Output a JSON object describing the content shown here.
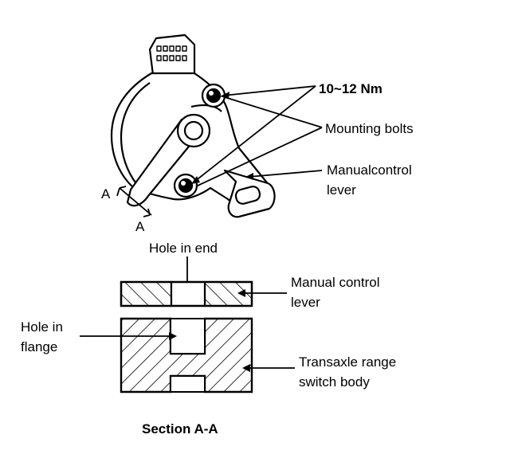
{
  "labels": {
    "torque": "10~12 Nm",
    "mounting_bolts": "Mounting bolts",
    "manual_control_lever_line1": "Manualcontrol",
    "manual_control_lever_line2": "lever",
    "section_marker_upper": "A",
    "section_marker_lower": "A",
    "hole_in_end": "Hole in end",
    "section_lever_line1": "Manual control",
    "section_lever_line2": "lever",
    "hole_in_flange_line1": "Hole in",
    "hole_in_flange_line2": "flange",
    "switch_body_line1": "Transaxle range",
    "switch_body_line2": "switch body",
    "section_title": "Section A-A"
  }
}
